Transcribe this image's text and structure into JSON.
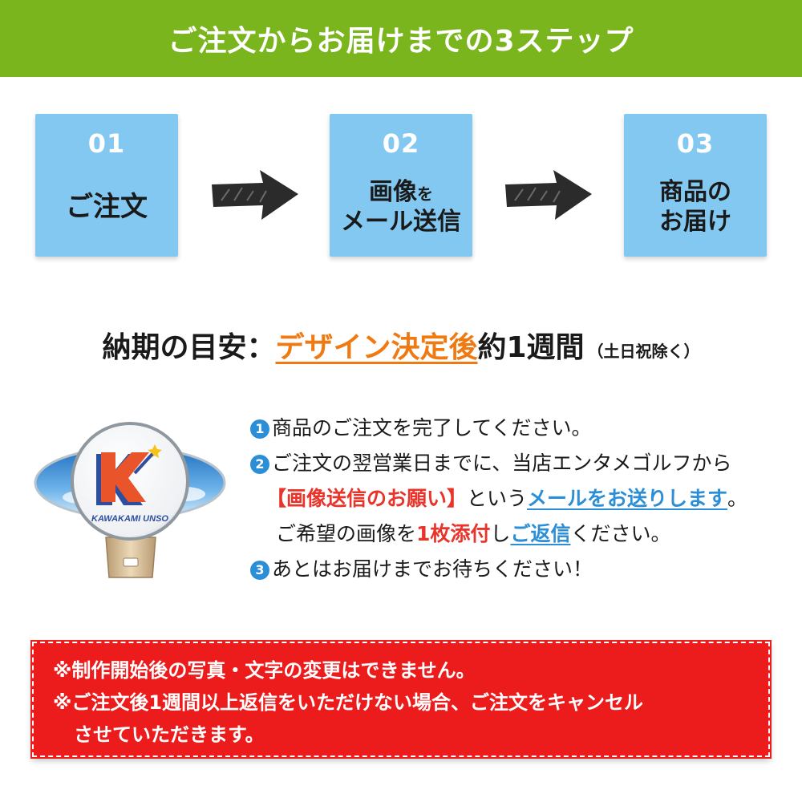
{
  "header": {
    "title": "ご注文からお届けまでの3ステップ"
  },
  "steps": [
    {
      "number": "01",
      "label": "ご注文"
    },
    {
      "number": "02",
      "label_main": "画像",
      "label_small": "を",
      "label_line2": "メール送信"
    },
    {
      "number": "03",
      "label_line1": "商品の",
      "label_line2": "お届け"
    }
  ],
  "leadtime": {
    "label": "納期の目安",
    "colon": "：",
    "highlight": "デザイン決定後",
    "value": "約1週間",
    "note": "（土日祝除く）"
  },
  "product": {
    "logo_text": "KAWAKAMI UNSO",
    "logo_letter": "K"
  },
  "instructions": {
    "items": [
      {
        "bullet": "1",
        "text": "商品のご注文を完了してください。"
      },
      {
        "bullet": "2",
        "text": "ご注文の翌営業日までに、当店エンタメゴルフから"
      },
      {
        "bullet": "3",
        "text": "あとはお届けまでお待ちください！"
      }
    ],
    "line2_red": "【画像送信のお願い】",
    "line2_mid": "という",
    "line2_link": "メールをお送りします",
    "line2_end": "。",
    "line3_a": "ご希望の画像を",
    "line3_red": "1枚添付",
    "line3_b": "し",
    "line3_link": "ご返信",
    "line3_end": "ください。"
  },
  "notice": {
    "lines": [
      "※制作開始後の写真・文字の変更はできません。",
      "※ご注文後1週間以上返信をいただけない場合、ご注文をキャンセル",
      "させていただきます。"
    ]
  },
  "colors": {
    "header_bg": "#7ab51d",
    "step_bg": "#82c8f0",
    "highlight_orange": "#f07a12",
    "accent_red": "#e8342a",
    "accent_blue": "#2b8ed6",
    "notice_bg": "#ec1c1c"
  },
  "icons": [
    "arrow-right-icon",
    "number-circle-icon"
  ]
}
